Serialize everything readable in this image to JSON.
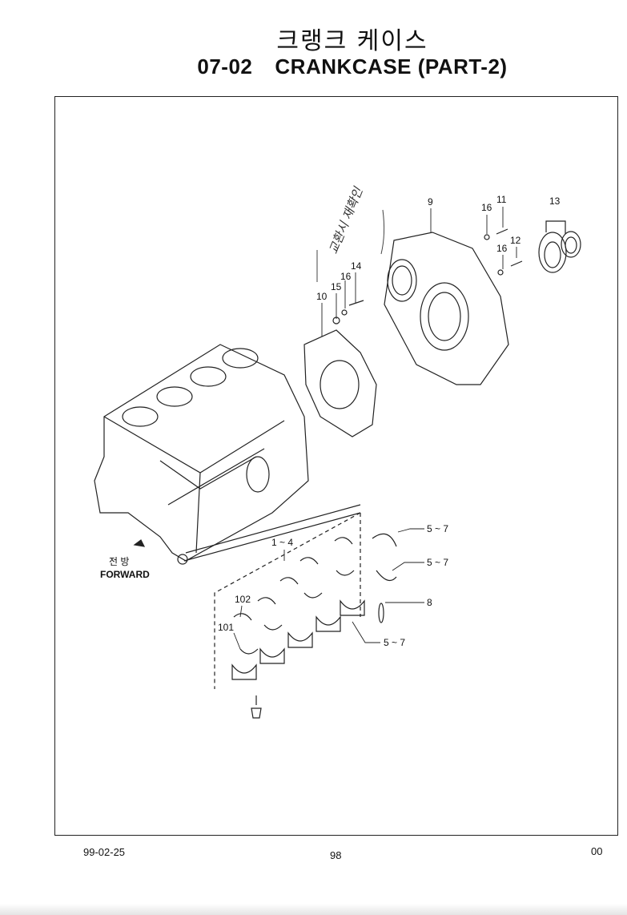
{
  "header": {
    "title_korean": "크랭크 케이스",
    "section_number": "07-02",
    "title_english": "CRANKCASE (PART-2)"
  },
  "diagram": {
    "callouts": {
      "c9": "9",
      "c10": "10",
      "c11": "11",
      "c12": "12",
      "c13": "13",
      "c14": "14",
      "c15": "15",
      "c16a": "16",
      "c16b": "16",
      "c16c": "16",
      "c1_4": "1 ~ 4",
      "c5_7a": "5 ~ 7",
      "c5_7b": "5 ~ 7",
      "c5_7c": "5 ~ 7",
      "c8": "8",
      "c101": "101",
      "c102": "102"
    },
    "forward_korean": "전 방",
    "forward_english": "FORWARD",
    "handwritten_note": "교환시 재확인"
  },
  "footer": {
    "date": "99-02-25",
    "page": "98",
    "revision": "00"
  }
}
